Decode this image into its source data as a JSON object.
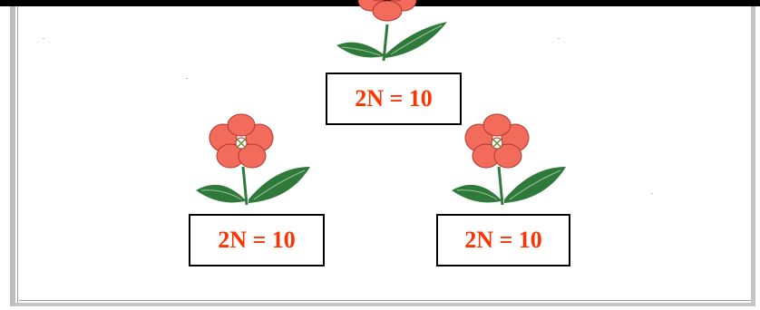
{
  "colors": {
    "label_text": "#ff3300",
    "petal": "#f26b5b",
    "leaf": "#2f7a3a"
  },
  "diagram": {
    "nodes": [
      {
        "id": "top",
        "icon": "flower-icon",
        "label": "2N = 10"
      },
      {
        "id": "left",
        "icon": "flower-icon",
        "label": "2N = 10"
      },
      {
        "id": "right",
        "icon": "flower-icon",
        "label": "2N = 10"
      }
    ]
  }
}
